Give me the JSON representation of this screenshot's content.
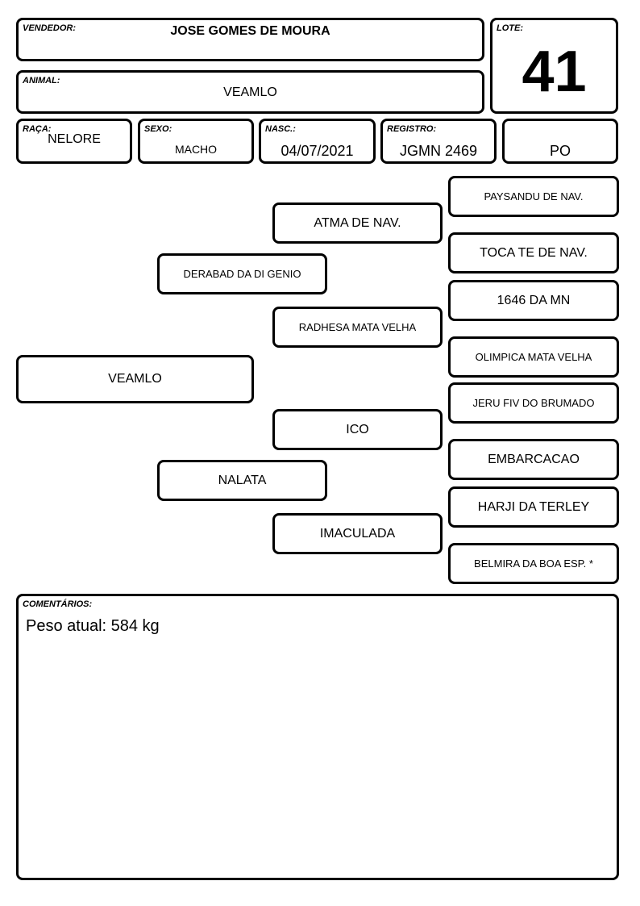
{
  "header": {
    "vendedor_label": "VENDEDOR:",
    "vendedor": "JOSE GOMES DE MOURA",
    "lote_label": "LOTE:",
    "lote": "41",
    "animal_label": "ANIMAL:",
    "animal": "VEAMLO"
  },
  "details": {
    "raca_label": "RAÇA:",
    "raca": "NELORE",
    "sexo_label": "SEXO:",
    "sexo": "MACHO",
    "nasc_label": "NASC.:",
    "nasc": "04/07/2021",
    "registro_label": "REGISTRO:",
    "registro": "JGMN 2469",
    "categoria": "PO"
  },
  "pedigree": {
    "animal": "VEAMLO",
    "sire": "DERABAD DA DI GENIO",
    "dam": "NALATA",
    "sire_sire": "ATMA DE NAV.",
    "sire_dam": "RADHESA MATA VELHA",
    "dam_sire": "ICO",
    "dam_dam": "IMACULADA",
    "ggp": [
      "PAYSANDU DE NAV.",
      "TOCA TE DE NAV.",
      "1646 DA MN",
      "OLIMPICA MATA VELHA",
      "JERU FIV DO BRUMADO",
      "EMBARCACAO",
      "HARJI DA TERLEY",
      "BELMIRA DA BOA ESP. *"
    ]
  },
  "comments": {
    "label": "COMENTÁRIOS:",
    "text": "Peso atual: 584 kg"
  }
}
